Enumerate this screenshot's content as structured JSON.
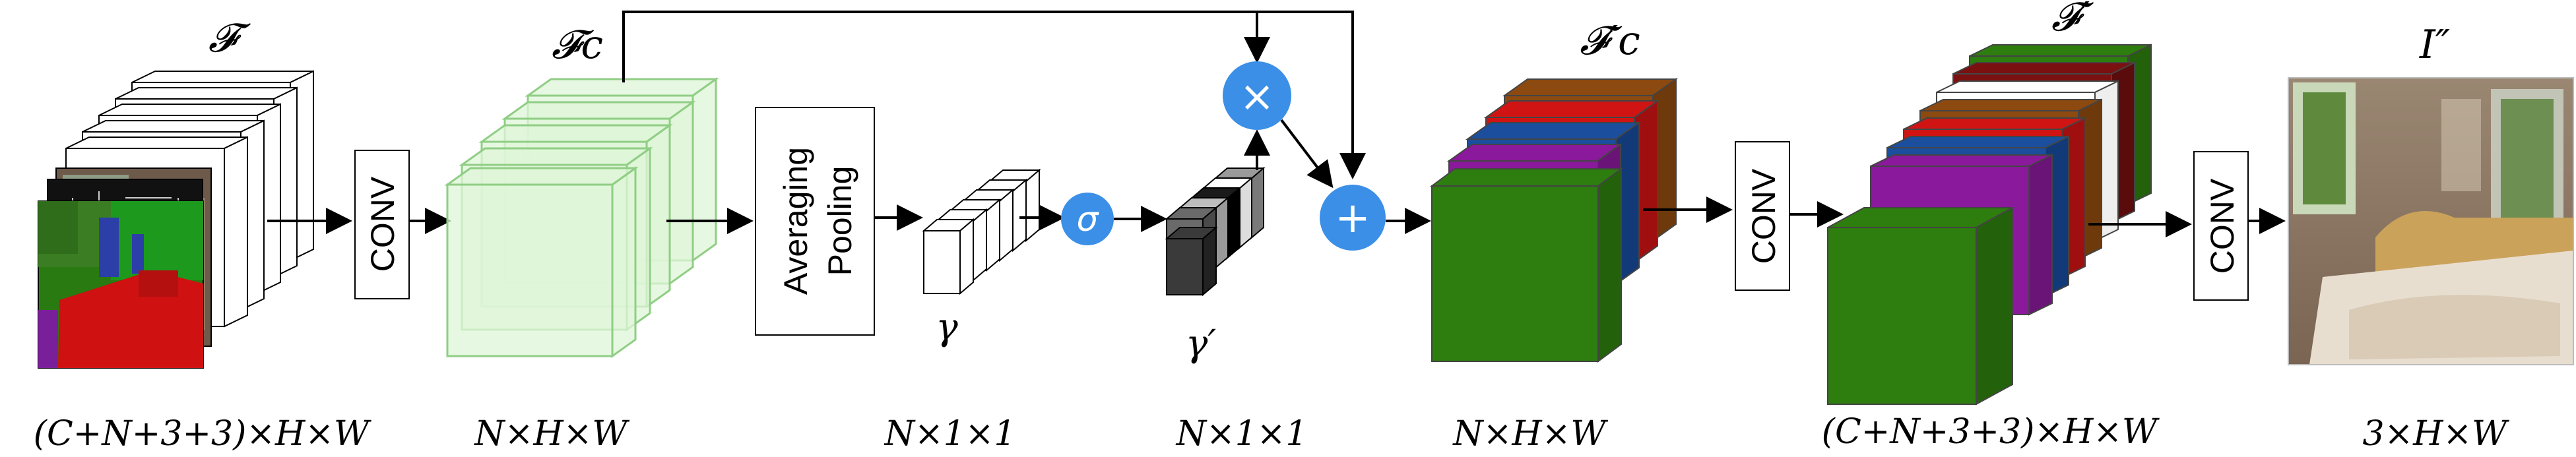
{
  "labels": {
    "feature_F": "𝓕",
    "feature_Fc": "𝓕c",
    "feature_Fc_prime": "𝓕′c",
    "feature_F_prime": "𝓕′",
    "output_image": "I″",
    "gamma": "γ",
    "gamma_prime": "γ′"
  },
  "boxes": {
    "conv1": "CONV",
    "conv2": "CONV",
    "conv3": "CONV",
    "avg_pool_line1": "Averaging",
    "avg_pool_line2": "Pooling"
  },
  "operators": {
    "sigmoid": "σ",
    "multiply": "×",
    "add": "+"
  },
  "dimensions": {
    "input": "(C+N+3+3)×H×W",
    "fc": "N×H×W",
    "gamma": "N×1×1",
    "gamma_prime": "N×1×1",
    "fc_prime": "N×H×W",
    "f_prime": "(C+N+3+3)×H×W",
    "output": "3×H×W"
  },
  "colors": {
    "operator_fill": "#3b8fe6",
    "fc_fill": "#dff5d8",
    "fc_stroke": "#8fce84",
    "green": "#2e7d0f",
    "purple": "#8a1a9b",
    "blue": "#1b4f9e",
    "red": "#d01414",
    "brown": "#8c4a10",
    "darkred": "#7a1010"
  }
}
